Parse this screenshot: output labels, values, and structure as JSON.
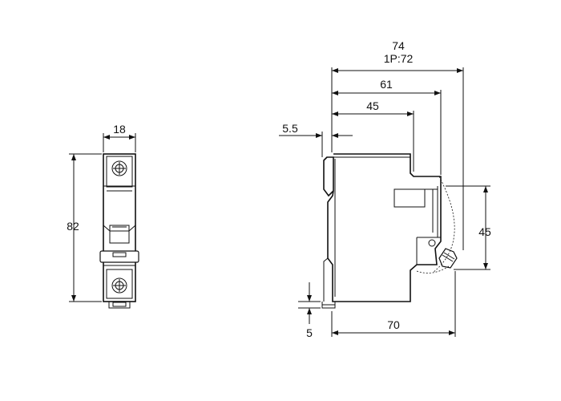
{
  "front_view": {
    "width_label": "18",
    "height_label": "82"
  },
  "side_view": {
    "overall_depth_label": "74",
    "overall_depth_1p_label": "1P:72",
    "depth_61_label": "61",
    "depth_45_label": "45",
    "offset_label": "5.5",
    "handle_height_label": "45",
    "base_depth_label": "70",
    "clip_label": "5"
  }
}
